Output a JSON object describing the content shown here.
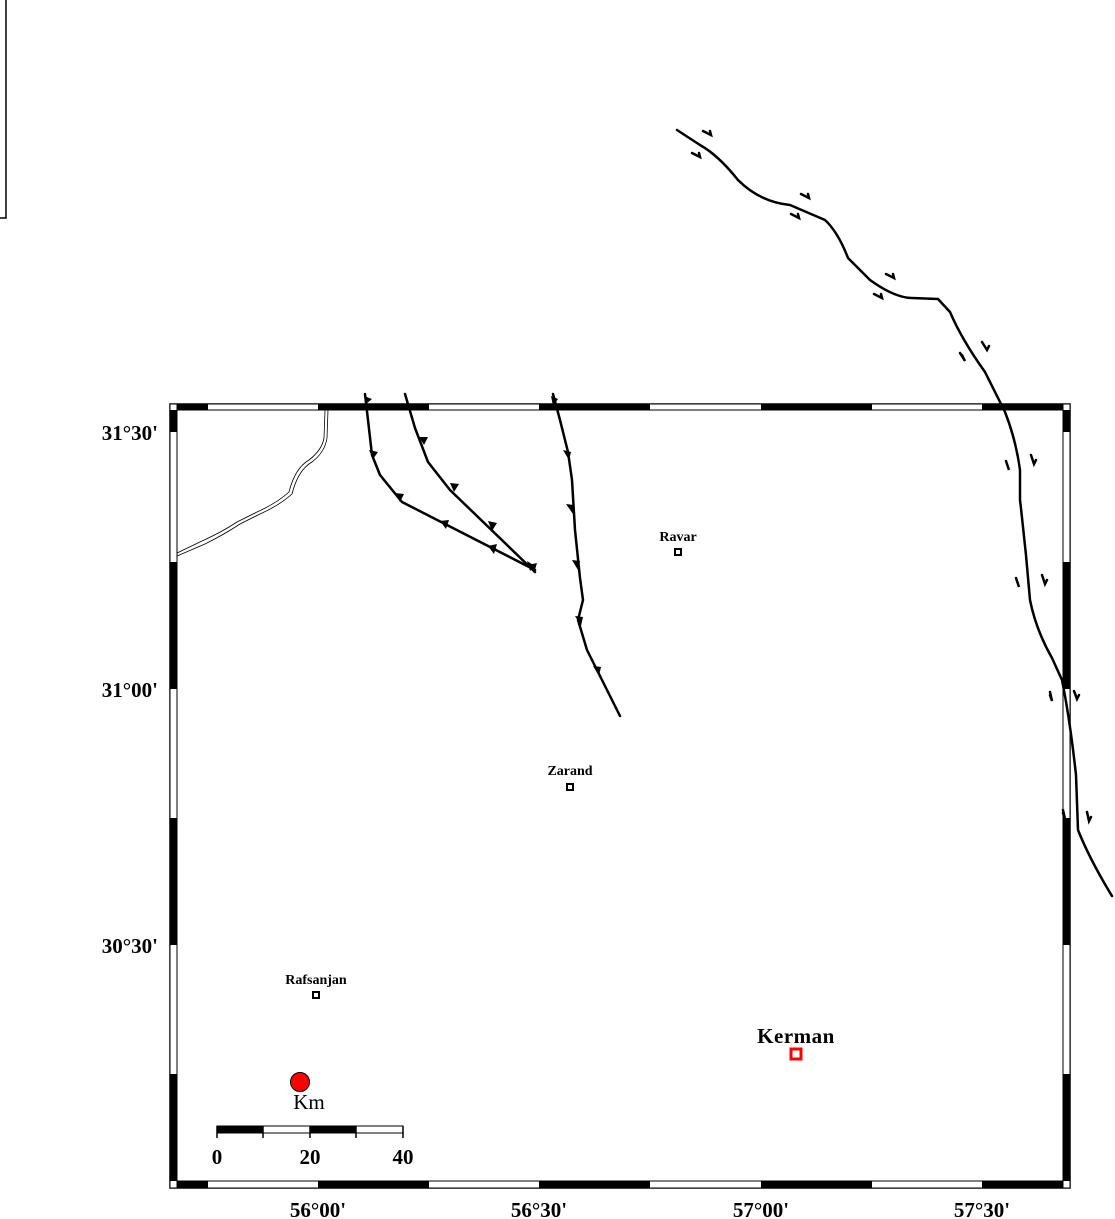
{
  "map": {
    "region": "Kerman",
    "lat_ticks": [
      "31°30'",
      "31°00'",
      "30°30'"
    ],
    "lon_ticks": [
      "56°00'",
      "56°30'",
      "57°00'",
      "57°30'"
    ],
    "capital": {
      "name": "Kerman",
      "color": "#ff0000"
    },
    "cities": [
      {
        "name": "Ravar"
      },
      {
        "name": "Zarand"
      },
      {
        "name": "Rafsanjan"
      }
    ],
    "event_marker": {
      "color": "#ff0000"
    },
    "scale_bar": {
      "unit": "Km",
      "labels": [
        "0",
        "20",
        "40"
      ]
    }
  }
}
